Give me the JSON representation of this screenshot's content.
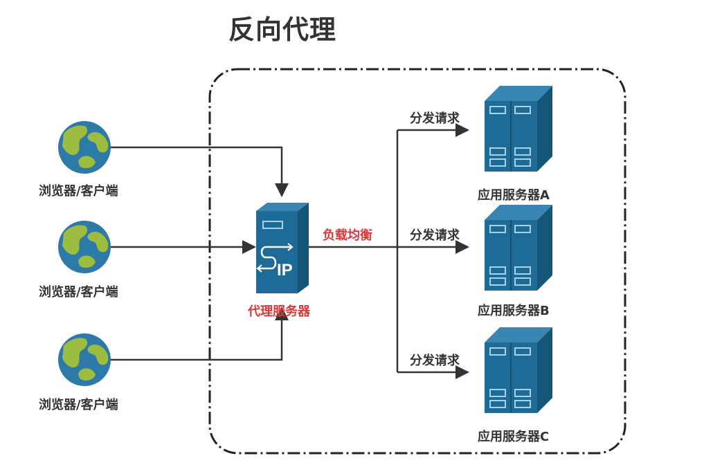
{
  "title": "反向代理",
  "clients": [
    {
      "label": "浏览器/客户端"
    },
    {
      "label": "浏览器/客户端"
    },
    {
      "label": "浏览器/客户端"
    }
  ],
  "proxy": {
    "label": "代理服务器",
    "ip_text": "IP"
  },
  "load_balance_label": "负载均衡",
  "dispatch_labels": [
    "分发请求",
    "分发请求",
    "分发请求"
  ],
  "servers": [
    {
      "label": "应用服务器A"
    },
    {
      "label": "应用服务器B"
    },
    {
      "label": "应用服务器C"
    }
  ],
  "colors": {
    "server_fill": "#1f6b97",
    "server_side": "#155578",
    "server_line": "#a9d3ea",
    "globe_ocean": "#2d79a8",
    "globe_land": "#9cbd3f",
    "connector": "#333333",
    "accent_red": "#d9383a"
  }
}
